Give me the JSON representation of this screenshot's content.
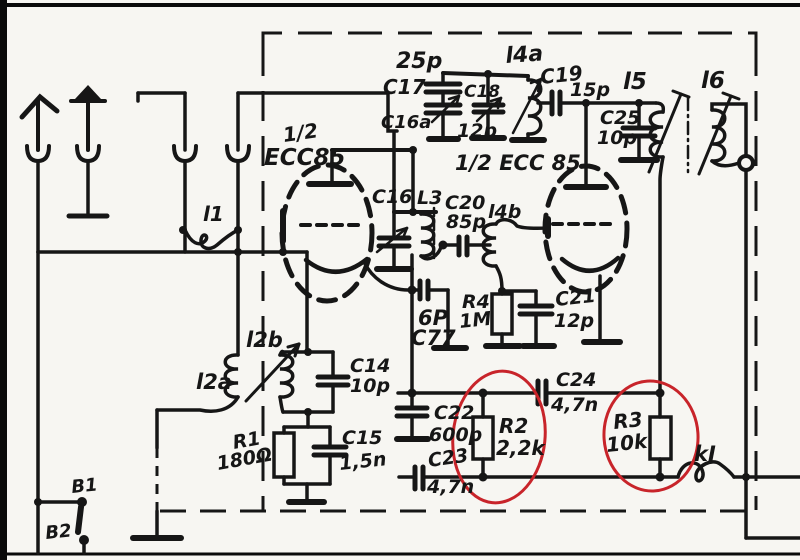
{
  "schematic": {
    "tubes": {
      "tube1_half": "1/2",
      "tube1_name": "ECC85",
      "tube2_name": "1/2 ECC 85"
    },
    "labels": {
      "c17": "C17",
      "c17_value": "25p",
      "c16a": "C16a",
      "c18": "C18",
      "c18_value": "12p",
      "l4a": "l4a",
      "c19": "C19",
      "c19_value": "15p",
      "l5": "l5",
      "l6": "l6",
      "c25": "C25",
      "c25_value": "10p",
      "c16": "C16",
      "l3": "L3",
      "c20": "C20",
      "c20_value": "85p",
      "l4b": "l4b",
      "r4": "R4",
      "r4_value": "1M",
      "c21": "C21",
      "c21_value": "12p",
      "l1": "l1",
      "l2a": "l2a",
      "l2b": "l2b",
      "c14": "C14",
      "c14_value": "10p",
      "r1": "R1",
      "r1_value": "180Ω",
      "c15": "C15",
      "c15_value": "1,5n",
      "c7_value": "6P",
      "c7": "C77",
      "c22": "C22",
      "c22_value": "600p",
      "c23": "C23",
      "c23_value": "4,7n",
      "c24": "C24",
      "c24_value": "4,7n",
      "r2": "R2",
      "r2_value": "2,2k",
      "r3": "R3",
      "r3_value": "10k",
      "ki": "kI",
      "b1": "B1",
      "b2": "B2"
    },
    "annotations": {
      "highlight_color": "#c8242a",
      "circled_components": "R2 2,2k · R3 10k"
    },
    "ink_color": "#161616",
    "paper_color": "#f7f6f2"
  }
}
